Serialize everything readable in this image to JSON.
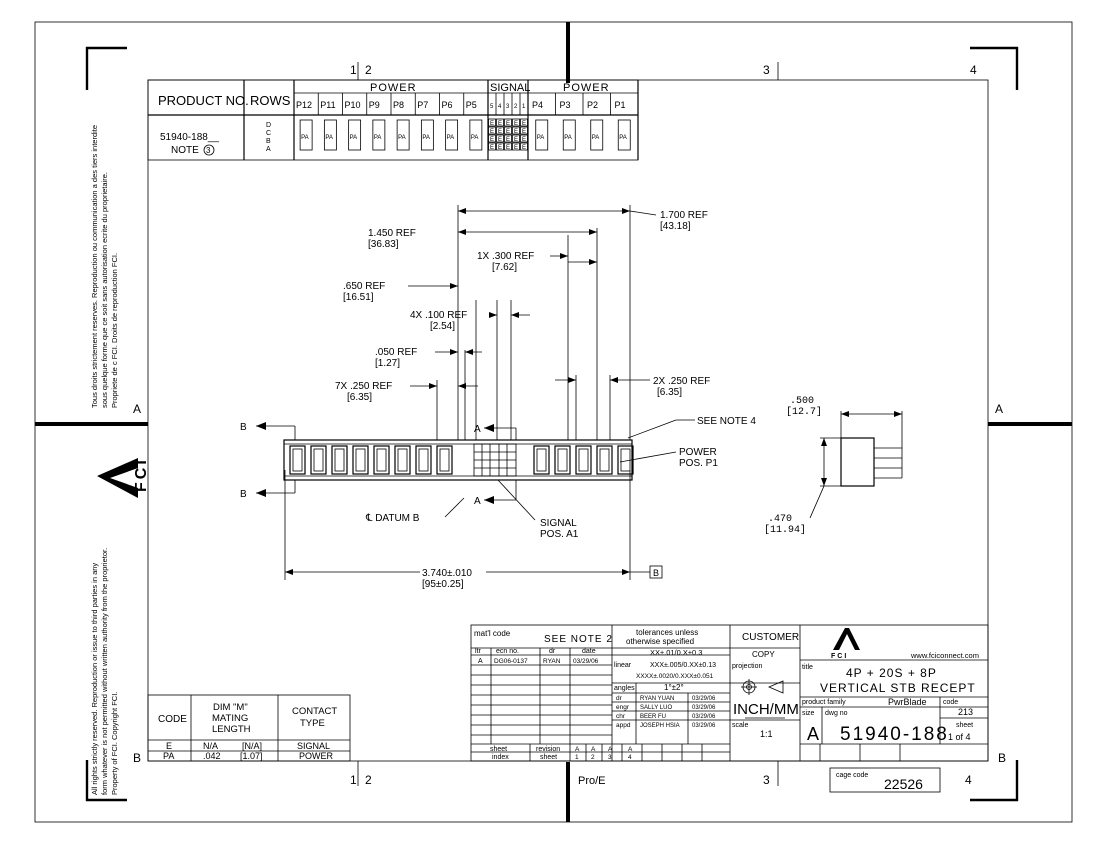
{
  "border": {
    "top_zones": [
      "1",
      "2",
      "3",
      "4"
    ],
    "bottom_zones": [
      "1",
      "2",
      "3",
      "4"
    ],
    "side_rows": [
      "A",
      "B"
    ],
    "bottom_center_label": "Pro/E"
  },
  "side_text": {
    "french": [
      "Tous droits strictement reserves. Reproduction ou communication a des tiers interdite",
      "sous quelque forme que ce soit sans autorisation ecrite du proprietaire.",
      "Propriete de c FCI. Droits de reproduction FCI."
    ],
    "english": [
      "All rights strictly reserved. Reproduction or issue to third parties in any",
      "form whatever is not permitted without written authority from the proprietor.",
      "Property of FCI. Copyright FCI."
    ]
  },
  "logo": {
    "brand": "FCI"
  },
  "product_table": {
    "h_product": "PRODUCT NO.",
    "h_rows": "ROWS",
    "h_power": "POWER",
    "h_signal": "SIGNAL",
    "h_power2": "POWER",
    "power_left": [
      "P12",
      "P11",
      "P10",
      "P9",
      "P8",
      "P7",
      "P6",
      "P5"
    ],
    "signal_cols": [
      "5",
      "4",
      "3",
      "2",
      "1"
    ],
    "power_right": [
      "P4",
      "P3",
      "P2",
      "P1"
    ],
    "part": "51940-188__",
    "note": "NOTE",
    "note_num": "3",
    "rows": [
      "D",
      "C",
      "B",
      "A"
    ],
    "pa": "PA",
    "e": "E"
  },
  "contact_table": {
    "h_code": "CODE",
    "h_dim": [
      "DIM \"M\"",
      "MATING",
      "LENGTH"
    ],
    "h_type": [
      "CONTACT",
      "TYPE"
    ],
    "rows": [
      {
        "code": "E",
        "inch": "N/A",
        "mm": "[N/A]",
        "type": "SIGNAL"
      },
      {
        "code": "PA",
        "inch": ".042",
        "mm": "[1.07]",
        "type": "POWER"
      }
    ]
  },
  "dimensions": {
    "d1700": "1.700  REF",
    "d1700mm": "[43.18]",
    "d1450": "1.450  REF",
    "d1450mm": "[36.83]",
    "d300": "1X .300  REF",
    "d300mm": "[7.62]",
    "d650": ".650  REF",
    "d650mm": "[16.51]",
    "d100": "4X .100  REF",
    "d100mm": "[2.54]",
    "d050": ".050  REF",
    "d050mm": "[1.27]",
    "d250a": "7X .250  REF",
    "d250amm": "[6.35]",
    "d250b": "2X .250  REF",
    "d250bmm": "[6.35]",
    "d500": ".500",
    "d500mm": "[12.7]",
    "d470": ".470",
    "d470mm": "[11.94]",
    "d3740": "3.740±.010",
    "d3740mm": "[95±0.25]"
  },
  "labels": {
    "see_note4": "SEE NOTE 4",
    "power_pos": [
      "POWER",
      "POS. P1"
    ],
    "signal_pos": [
      "SIGNAL",
      "POS. A1"
    ],
    "datum": "℄  DATUM B",
    "datum_box": "B",
    "section_a": "A",
    "section_b": "B"
  },
  "title_block": {
    "matl_code": "mat'l code",
    "see_note2": "SEE NOTE 2",
    "tolerances": [
      "tolerances unless",
      "otherwise specified"
    ],
    "customer": "CUSTOMER",
    "copy": "COPY",
    "ltr": "ltr",
    "ecn_no": "ecn no.",
    "dr": "dr",
    "date": "date",
    "rev_row": {
      "ltr": "A",
      "ecn": "DG06-0137",
      "dr": "RYAN",
      "date": "03/29/06"
    },
    "tol_x": "XX±.01/0.X±0.3",
    "linear": "linear",
    "tol_xxx": "XXX±.005/0.XX±0.13",
    "tol_xxxx": "XXXX±.0020/0.XXX±0.051",
    "angles": "angles",
    "tol_ang": "1°±2°",
    "projection": "projection",
    "sign": [
      {
        "role": "dr",
        "name": "RYAN YUAN",
        "date": "03/29/06"
      },
      {
        "role": "engr",
        "name": "SALLY LUO",
        "date": "03/29/06"
      },
      {
        "role": "chr",
        "name": "BEER FU",
        "date": "03/29/06"
      },
      {
        "role": "appd",
        "name": "JOSEPH HSIA",
        "date": "03/29/06"
      }
    ],
    "units": "INCH/MM",
    "scale_label": "scale",
    "scale": "1:1",
    "website": "www.fciconnect.com",
    "title_label": "title",
    "title": [
      "4P + 20S + 8P",
      "VERTICAL STB RECEPT"
    ],
    "family_label": "product family",
    "family": "PwrBlade",
    "code_label": "code",
    "code": "213",
    "size_label": "size",
    "size": "A",
    "dwg_label": "dwg no",
    "dwg": "51940-188",
    "sheet_label": "sheet",
    "sheet": "1 of 4",
    "sheet_index": [
      "sheet",
      "index"
    ],
    "revision": "revision",
    "sheet_word": "sheet",
    "revs": [
      "A",
      "A",
      "A",
      "A"
    ],
    "sheets": [
      "1",
      "2",
      "3",
      "4"
    ],
    "cage_label": "cage code",
    "cage": "22526"
  }
}
